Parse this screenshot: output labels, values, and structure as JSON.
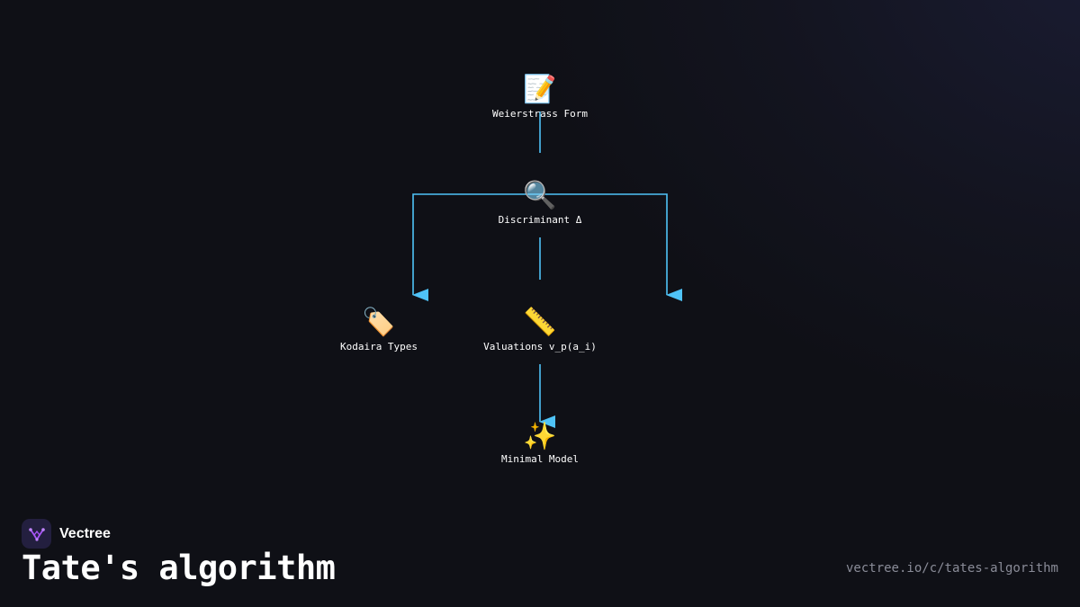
{
  "diagram": {
    "nodes": [
      {
        "id": "weierstrass",
        "icon": "📝",
        "icon_name": "memo-icon",
        "label": "Weierstrass Form"
      },
      {
        "id": "discriminant",
        "icon": "🔍",
        "icon_name": "magnifier-icon",
        "label": "Discriminant Δ"
      },
      {
        "id": "kodaira",
        "icon": "🏷️",
        "icon_name": "tag-icon",
        "label": "Kodaira Types"
      },
      {
        "id": "valuations",
        "icon": "📏",
        "icon_name": "ruler-icon",
        "label": "Valuations v_p(a_i)"
      },
      {
        "id": "minimal",
        "icon": "✨",
        "icon_name": "sparkles-icon",
        "label": "Minimal Model"
      }
    ],
    "edges": [
      {
        "from": "weierstrass",
        "to": "discriminant"
      },
      {
        "from": "discriminant",
        "to": "kodaira"
      },
      {
        "from": "discriminant",
        "to": "valuations"
      },
      {
        "from": "discriminant",
        "to": "right-branch"
      },
      {
        "from": "valuations",
        "to": "minimal"
      }
    ],
    "edge_color": "#4fc3f7"
  },
  "brand": {
    "name": "Vectree",
    "logo_color": "#a855f7"
  },
  "title": "Tate's algorithm",
  "url": "vectree.io/c/tates-algorithm"
}
